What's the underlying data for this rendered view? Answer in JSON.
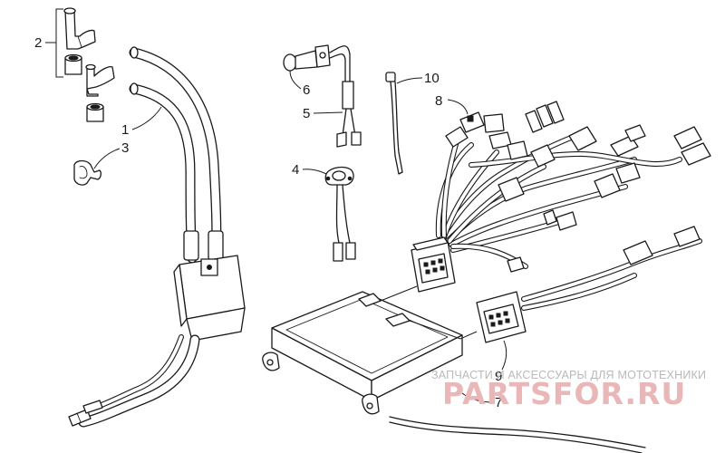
{
  "callouts": [
    {
      "id": "1",
      "label": "1"
    },
    {
      "id": "2",
      "label": "2"
    },
    {
      "id": "3",
      "label": "3"
    },
    {
      "id": "4",
      "label": "4"
    },
    {
      "id": "5",
      "label": "5"
    },
    {
      "id": "6",
      "label": "6"
    },
    {
      "id": "7",
      "label": "7"
    },
    {
      "id": "8",
      "label": "8"
    },
    {
      "id": "9",
      "label": "9"
    },
    {
      "id": "10",
      "label": "10"
    }
  ],
  "watermark": {
    "tagline": "ЗАПЧАСТИ И АКСЕССУАРЫ ДЛЯ МОТОТЕХНИКИ",
    "logo": "PARTSFOR.RU"
  },
  "colors": {
    "line": "#1a1a1a",
    "background": "#ffffff",
    "watermark_text": "#b9b9b9",
    "watermark_logo": "#e9b7b7"
  }
}
